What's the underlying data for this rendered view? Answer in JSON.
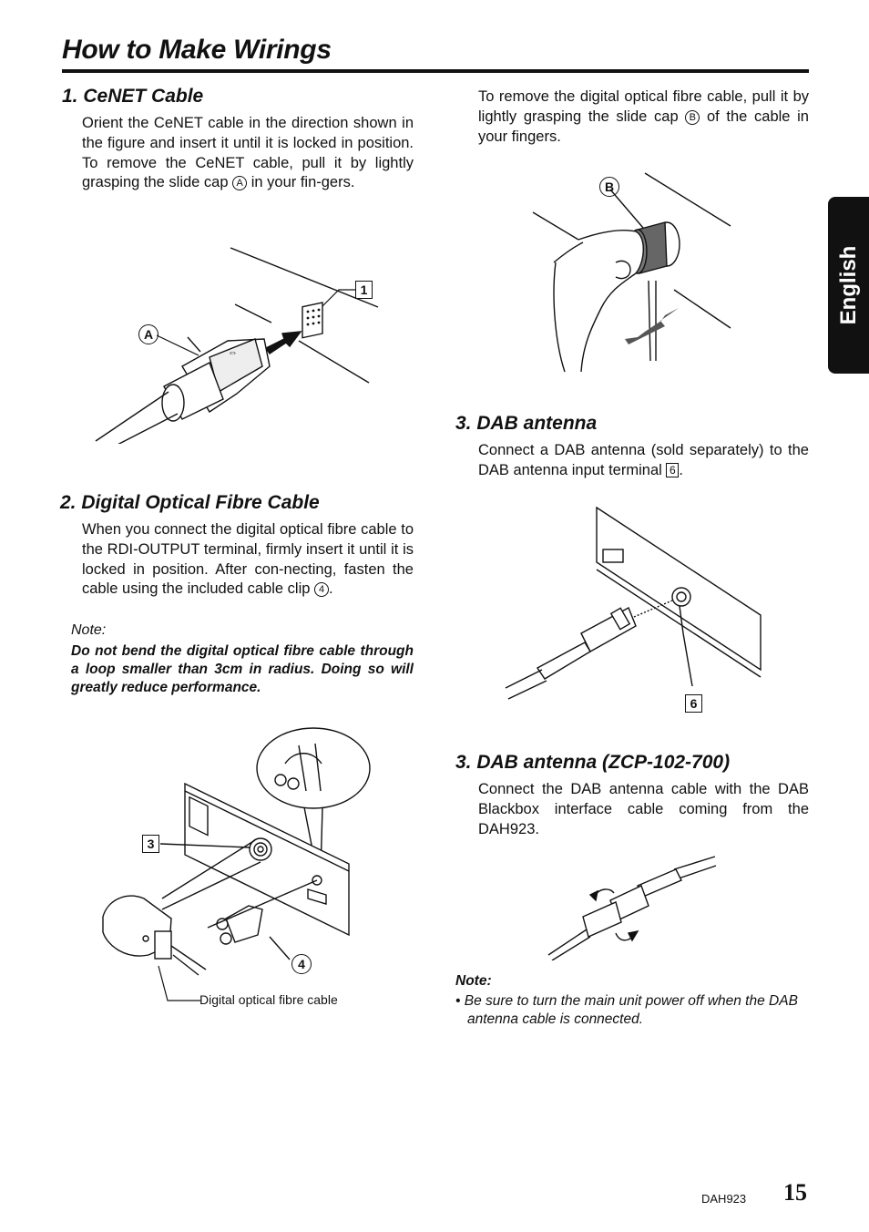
{
  "page": {
    "title": "How to Make Wirings",
    "side_tab": "English",
    "model": "DAH923",
    "page_number": "15"
  },
  "sections": {
    "cenet": {
      "heading": "1. CeNET Cable",
      "text_before": "Orient the CeNET cable in the direction shown in the figure and insert it until it is locked in position. To remove the CeNET cable, pull it by lightly grasping the slide cap",
      "marker": "A",
      "text_after": "in your fin-gers.",
      "figure_labels": {
        "callout_a": "A",
        "box_1": "1"
      }
    },
    "optical": {
      "heading": "2. Digital Optical Fibre Cable",
      "text_before": "When you connect the digital optical fibre cable to the RDI-OUTPUT terminal, firmly insert it until it is locked in position. After con-necting, fasten the cable using the included cable clip",
      "marker": "4",
      "text_after": ".",
      "note_label": "Note:",
      "note_text": "Do not bend the digital optical fibre cable through a loop smaller than 3cm in radius. Doing so will greatly reduce performance.",
      "figure_labels": {
        "box_3": "3",
        "circle_4": "4",
        "caption": "Digital optical fibre cable"
      }
    },
    "optical_remove": {
      "text_before": "To remove the digital optical fibre cable, pull it by lightly grasping the slide cap",
      "marker": "B",
      "text_after": "of the cable in your fingers.",
      "figure_labels": {
        "callout_b": "B"
      }
    },
    "dab": {
      "heading": "3. DAB antenna",
      "text_before": "Connect a DAB antenna (sold separately) to the DAB antenna input terminal",
      "marker": "6",
      "text_after": ".",
      "figure_labels": {
        "box_6": "6"
      }
    },
    "dab_zcp": {
      "heading": "3. DAB antenna (ZCP-102-700)",
      "text": "Connect the DAB antenna cable with the DAB Blackbox interface cable coming from the DAH923.",
      "note_label": "Note:",
      "note_text": "• Be sure to turn the main unit power off when the DAB antenna cable is connected."
    }
  }
}
